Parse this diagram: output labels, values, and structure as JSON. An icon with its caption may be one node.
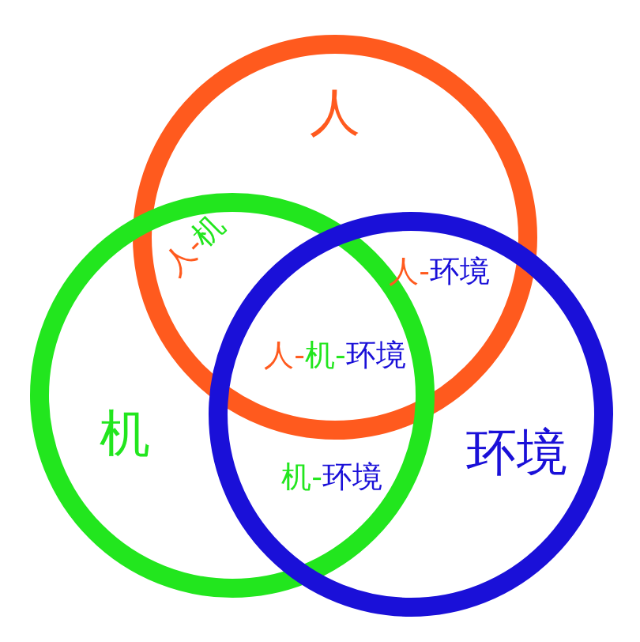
{
  "diagram": {
    "nodes": [
      {
        "text": [
          "人"
        ]
      },
      {
        "text": [
          "机"
        ]
      },
      {
        "text": [
          "环境"
        ]
      }
    ],
    "labels": [
      "人-机",
      "人-环境",
      "人-机-环境",
      "机-环境"
    ]
  }
}
